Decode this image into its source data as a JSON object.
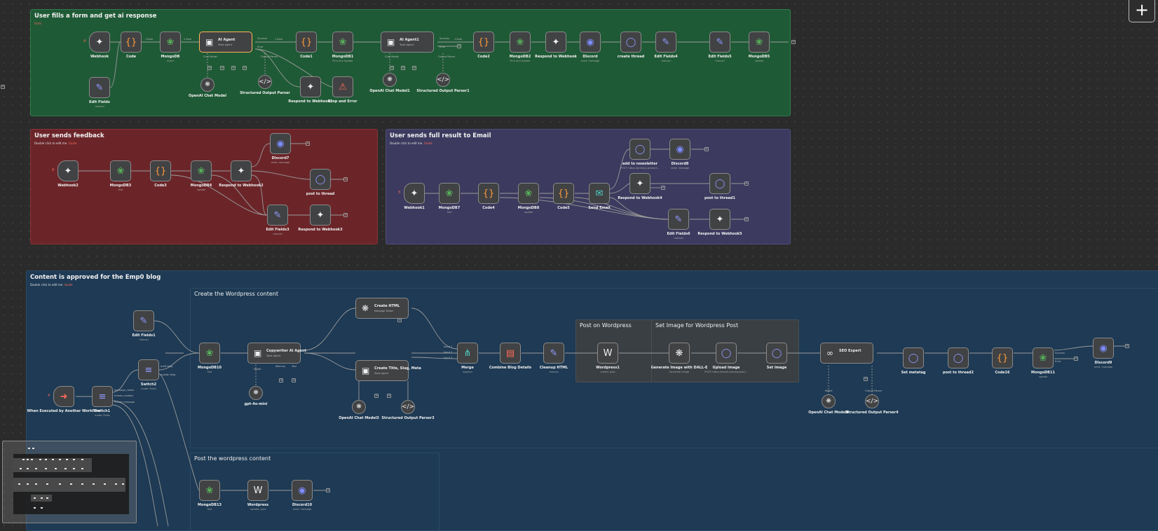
{
  "canvas": {
    "add_button_label": "+"
  },
  "stickies": {
    "g1": {
      "title": "User fills a form and get ai response",
      "sub": "Form",
      "sub_is_tag": true
    },
    "g2": {
      "title": "User sends feedback",
      "sub": "Double click to edit me.",
      "sub_link": "Guide"
    },
    "g3": {
      "title": "User sends full result to Email",
      "sub": "Double click to edit me.",
      "sub_link": "Guide"
    },
    "g4": {
      "title": "Content is approved for the Emp0 blog",
      "sub": "Double click to edit me.",
      "sub_link": "Guide"
    },
    "g4a": {
      "title": "Create the Wordpress content"
    },
    "g4b": {
      "title": "Post the wordpress content"
    },
    "g4c": {
      "title": "Post on Wordpress"
    },
    "g4d": {
      "title": "Set Image for Wordpress Post"
    }
  },
  "nodes": {
    "webhook": {
      "name": "Webhook",
      "sub": "",
      "icon": "webhook-icon"
    },
    "code": {
      "name": "Code",
      "sub": "",
      "icon": "code-braces-icon"
    },
    "mongodb": {
      "name": "MongoDB",
      "sub": "insert",
      "icon": "mongodb-leaf-icon"
    },
    "ai_agent": {
      "name": "AI Agent",
      "sub": "Tools Agent",
      "icon": "robot-icon"
    },
    "code1": {
      "name": "Code1",
      "sub": "",
      "icon": "code-braces-icon"
    },
    "mongodb1": {
      "name": "MongoDB1",
      "sub": "Find And Update",
      "icon": "mongodb-leaf-icon"
    },
    "ai_agent1": {
      "name": "AI Agent1",
      "sub": "Tools Agent",
      "icon": "robot-icon"
    },
    "code2": {
      "name": "Code2",
      "sub": "",
      "icon": "code-braces-icon"
    },
    "mongodb2": {
      "name": "MongoDB2",
      "sub": "Find And Update",
      "icon": "mongodb-leaf-icon"
    },
    "respond_webhook": {
      "name": "Respond to Webhook",
      "sub": "",
      "icon": "webhook-icon"
    },
    "discord": {
      "name": "Discord",
      "sub": "send: message",
      "icon": "discord-icon"
    },
    "create_thread": {
      "name": "create thread",
      "sub": "",
      "icon": "globe-icon"
    },
    "edit_fields4": {
      "name": "Edit Fields4",
      "sub": "manual",
      "icon": "pencil-icon"
    },
    "edit_fields5": {
      "name": "Edit Fields5",
      "sub": "manual",
      "icon": "pencil-icon"
    },
    "mongodb5": {
      "name": "MongoDB5",
      "sub": "update",
      "icon": "mongodb-leaf-icon"
    },
    "edit_fields": {
      "name": "Edit Fields",
      "sub": "manual",
      "icon": "pencil-icon"
    },
    "openai_chat": {
      "name": "OpenAI Chat Model",
      "sub": "",
      "icon": "openai-icon"
    },
    "structured_parser": {
      "name": "Structured Output Parser",
      "sub": "",
      "icon": "braces-icon"
    },
    "respond_webhook1": {
      "name": "Respond to Webhook1",
      "sub": "",
      "icon": "webhook-icon"
    },
    "stop_error": {
      "name": "Stop and Error",
      "sub": "",
      "icon": "warning-icon"
    },
    "openai_chat1": {
      "name": "OpenAI Chat Model1",
      "sub": "",
      "icon": "openai-icon"
    },
    "structured_parser1": {
      "name": "Structured Output Parser1",
      "sub": "",
      "icon": "braces-icon"
    },
    "webhook2": {
      "name": "Webhook2",
      "sub": "",
      "icon": "webhook-icon"
    },
    "mongodb3": {
      "name": "MongoDB3",
      "sub": "find",
      "icon": "mongodb-leaf-icon"
    },
    "code3": {
      "name": "Code3",
      "sub": "",
      "icon": "code-braces-icon"
    },
    "mongodb4": {
      "name": "MongoDB4",
      "sub": "update",
      "icon": "mongodb-leaf-icon"
    },
    "respond_webhook2": {
      "name": "Respond to Webhook2",
      "sub": "",
      "icon": "webhook-icon"
    },
    "discord7": {
      "name": "Discord7",
      "sub": "send: message",
      "icon": "discord-icon"
    },
    "post_thread": {
      "name": "post to thread",
      "sub": "",
      "icon": "globe-icon"
    },
    "edit_fields3": {
      "name": "Edit Fields3",
      "sub": "manual",
      "icon": "pencil-icon"
    },
    "respond_webhook3": {
      "name": "Respond to Webhook3",
      "sub": "",
      "icon": "webhook-icon"
    },
    "webhook1": {
      "name": "Webhook1",
      "sub": "",
      "icon": "webhook-icon"
    },
    "mongodb7": {
      "name": "MongoDB7",
      "sub": "find",
      "icon": "mongodb-leaf-icon"
    },
    "code4": {
      "name": "Code4",
      "sub": "",
      "icon": "code-braces-icon"
    },
    "mongodb8": {
      "name": "MongoDB8",
      "sub": "update",
      "icon": "mongodb-leaf-icon"
    },
    "code5": {
      "name": "Code5",
      "sub": "",
      "icon": "code-braces-icon"
    },
    "send_email": {
      "name": "Send Email",
      "sub": "",
      "icon": "email-icon"
    },
    "add_newsletter": {
      "name": "add to newsletter",
      "sub": "POST: https://primary-product...",
      "icon": "globe-icon"
    },
    "discord8": {
      "name": "Discord8",
      "sub": "send: message",
      "icon": "discord-icon"
    },
    "respond_webhook4": {
      "name": "Respond to Webhook4",
      "sub": "",
      "icon": "webhook-icon"
    },
    "post_thread1": {
      "name": "post to thread1",
      "sub": "",
      "icon": "globe-icon"
    },
    "edit_fields6": {
      "name": "Edit Fields6",
      "sub": "manual",
      "icon": "pencil-icon"
    },
    "respond_webhook5": {
      "name": "Respond to Webhook5",
      "sub": "",
      "icon": "webhook-icon"
    },
    "edit_fields1": {
      "name": "Edit Fields1",
      "sub": "manual",
      "icon": "pencil-icon"
    },
    "switch2": {
      "name": "Switch2",
      "sub": "mode: Rules",
      "icon": "switch-icon"
    },
    "exec_workflow": {
      "name": "When Executed by Another Workflow",
      "sub": "",
      "icon": "exit-icon"
    },
    "switch1": {
      "name": "Switch1",
      "sub": "mode: Rules",
      "icon": "switch-icon"
    },
    "mongodb10": {
      "name": "MongoDB10",
      "sub": "find",
      "icon": "mongodb-leaf-icon"
    },
    "copywriter": {
      "name": "Copywriter AI Agent",
      "sub": "Tools Agent",
      "icon": "robot-icon"
    },
    "gpt4o": {
      "name": "gpt-4o-mini",
      "sub": "",
      "icon": "openai-icon"
    },
    "create_html": {
      "name": "Create HTML",
      "sub": "Message Model",
      "icon": "openai-icon"
    },
    "create_title": {
      "name": "Create Title, Slug, Meta",
      "sub": "Tools Agent",
      "icon": "robot-icon"
    },
    "openai_chat3": {
      "name": "OpenAI Chat Model3",
      "sub": "",
      "icon": "openai-icon"
    },
    "structured_parser3": {
      "name": "Structured Output Parser3",
      "sub": "",
      "icon": "braces-icon"
    },
    "merge": {
      "name": "Merge",
      "sub": "append",
      "icon": "merge-icon"
    },
    "combine_blog": {
      "name": "Combine Blog Details",
      "sub": "",
      "icon": "combine-icon"
    },
    "cleanup_html": {
      "name": "Cleanup HTML",
      "sub": "manual",
      "icon": "pencil-icon"
    },
    "wordpress1": {
      "name": "Wordpress1",
      "sub": "create: post",
      "icon": "wordpress-icon"
    },
    "gen_image": {
      "name": "Generate Image with DALL-E",
      "sub": "Generate image",
      "icon": "openai-icon"
    },
    "upload_image": {
      "name": "Upload Image",
      "sub": "POST: https://emp0.com/wp-json/...",
      "icon": "globe-icon"
    },
    "set_image": {
      "name": "Set Image",
      "sub": "",
      "icon": "globe-icon"
    },
    "seo_expert": {
      "name": "SEO Expert",
      "sub": "",
      "icon": "link-icon"
    },
    "openai_chat4": {
      "name": "OpenAI Chat Model4",
      "sub": "",
      "icon": "openai-icon"
    },
    "structured_parser4": {
      "name": "Structured Output Parser4",
      "sub": "",
      "icon": "braces-icon"
    },
    "set_metatag": {
      "name": "Set metatag",
      "sub": "",
      "icon": "globe-icon"
    },
    "post_thread2": {
      "name": "post to thread2",
      "sub": "",
      "icon": "globe-icon"
    },
    "code16": {
      "name": "Code16",
      "sub": "",
      "icon": "code-braces-icon"
    },
    "mongodb11": {
      "name": "MongoDB11",
      "sub": "update",
      "icon": "mongodb-leaf-icon"
    },
    "discord9": {
      "name": "Discord9",
      "sub": "send: message",
      "icon": "discord-icon"
    },
    "mongodb13": {
      "name": "MongoDB13",
      "sub": "find",
      "icon": "mongodb-leaf-icon"
    },
    "wordpress": {
      "name": "Wordpress",
      "sub": "update: post",
      "icon": "wordpress-icon"
    },
    "discord10": {
      "name": "Discord10",
      "sub": "send: message",
      "icon": "discord-icon"
    }
  },
  "edge_labels": {
    "item1": "1 item",
    "success": "Success",
    "error": "Error",
    "chat_model": "Chat Model",
    "memory": "Memory",
    "tool": "Tool",
    "output_parser": "Output Parser",
    "model": "Model",
    "draft_blog": "draft blog",
    "publish_blog": "publish blog",
    "message_needs": "message_needs",
    "thread_creation": "thread_creation",
    "thread_message": "thread_message",
    "input1": "Input 1",
    "input2": "Input 2",
    "input3": "Input 3"
  },
  "colors": {
    "accent": "#ff6b5a",
    "node_border": "#8a8a8a",
    "selected_border": "#ffb35a"
  }
}
